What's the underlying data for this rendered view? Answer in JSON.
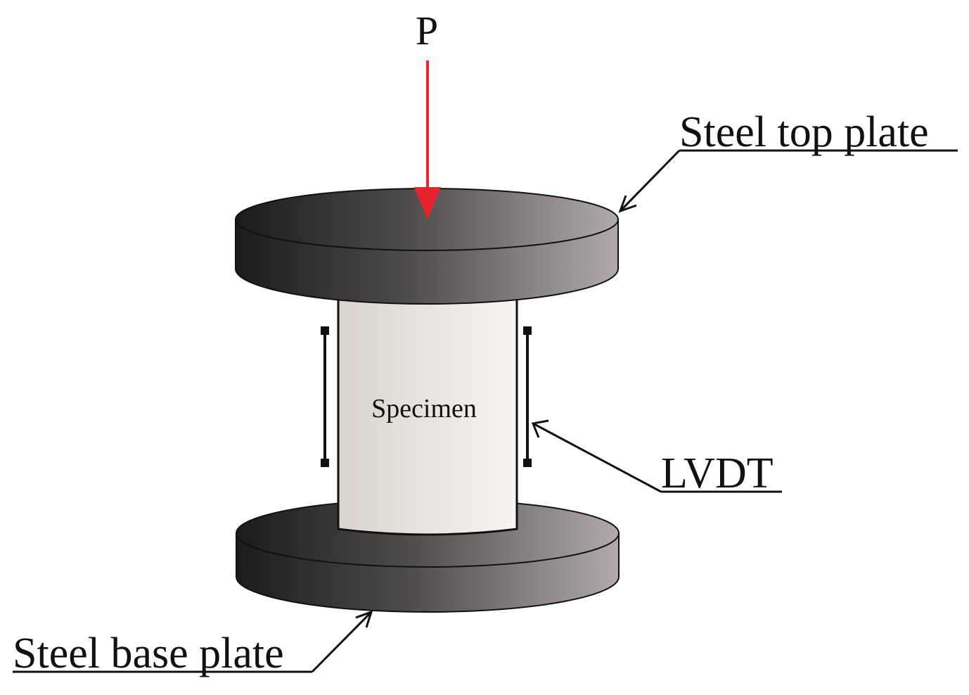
{
  "diagram": {
    "load_label": "P",
    "specimen_label": "Specimen",
    "top_plate_label": "Steel top plate",
    "base_plate_label": "Steel base plate",
    "lvdt_label": "LVDT"
  },
  "colors": {
    "load_arrow": "#e8232e",
    "plate_dark": "#1b1b1b",
    "plate_light": "#b2aaaa",
    "specimen_light": "#f7f5f3",
    "specimen_dark": "#d9d3cc",
    "outline": "#111111"
  },
  "icons": {
    "load_arrow": "down-arrow-icon"
  }
}
